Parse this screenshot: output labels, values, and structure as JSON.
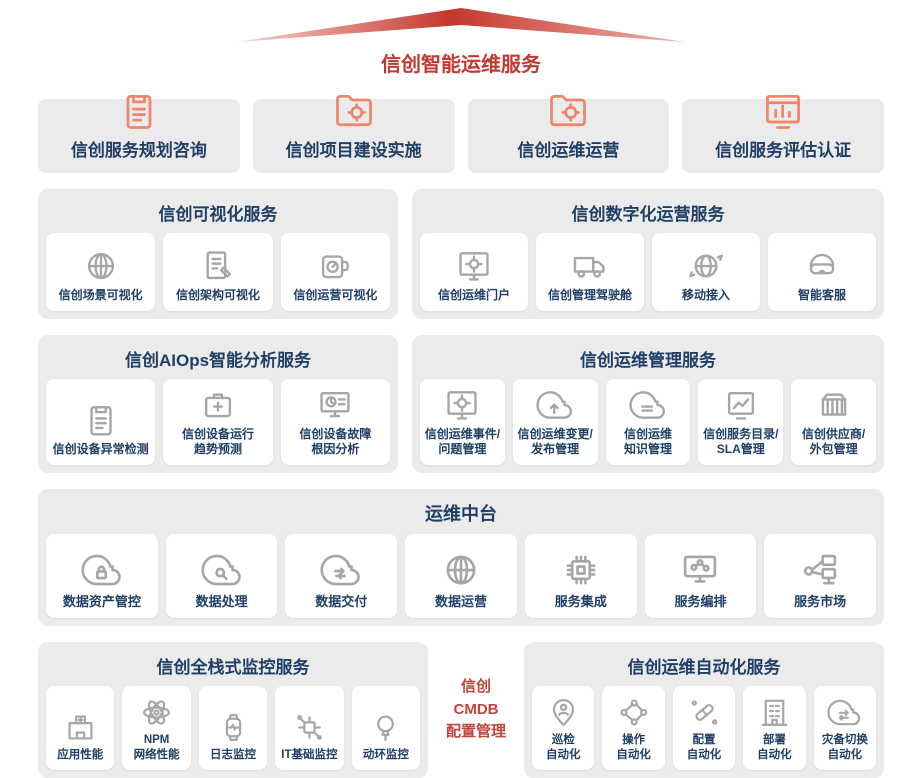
{
  "page": {
    "title": "信创智能运维服务"
  },
  "colors": {
    "title_red": "#c13a31",
    "navy": "#1f3f67",
    "icon_orange": "#ef8569",
    "icon_gray": "#a6a6a6",
    "panel_bg": "#ebebeb",
    "cmdb_red": "#c2453c",
    "card_bg": "#ffffff"
  },
  "top_services": [
    {
      "label": "信创服务规划咨询",
      "icon": "clipboard"
    },
    {
      "label": "信创项目建设实施",
      "icon": "folder-gear"
    },
    {
      "label": "信创运维运营",
      "icon": "folder-gear"
    },
    {
      "label": "信创服务评估认证",
      "icon": "chart-window"
    }
  ],
  "visual": {
    "title": "信创可视化服务",
    "items": [
      {
        "label": "信创场景可视化",
        "icon": "globe"
      },
      {
        "label": "信创架构可视化",
        "icon": "doc-pen"
      },
      {
        "label": "信创运营可视化",
        "icon": "gauge-cup"
      }
    ]
  },
  "digital": {
    "title": "信创数字化运营服务",
    "items": [
      {
        "label": "信创运维门户",
        "icon": "gear-window"
      },
      {
        "label": "信创管理驾驶舱",
        "icon": "truck"
      },
      {
        "label": "移动接入",
        "icon": "globe-sync"
      },
      {
        "label": "智能客服",
        "icon": "vr-headset"
      }
    ]
  },
  "aiops": {
    "title": "信创AIOps智能分析服务",
    "items": [
      {
        "label": "信创设备异常检测",
        "icon": "clipboard"
      },
      {
        "label": "信创设备运行\n趋势预测",
        "icon": "medkit"
      },
      {
        "label": "信创设备故障\n根因分析",
        "icon": "monitor-gauge"
      }
    ]
  },
  "mgmt": {
    "title": "信创运维管理服务",
    "items": [
      {
        "label": "信创运维事件/\n问题管理",
        "icon": "gear-window"
      },
      {
        "label": "信创运维变更/\n发布管理",
        "icon": "cloud-up"
      },
      {
        "label": "信创运维\n知识管理",
        "icon": "cloud-list"
      },
      {
        "label": "信创服务目录/\nSLA管理",
        "icon": "chart-doc"
      },
      {
        "label": "信创供应商/\n外包管理",
        "icon": "container"
      }
    ]
  },
  "middle": {
    "title": "运维中台",
    "items": [
      {
        "label": "数据资产管控",
        "icon": "cloud-lock"
      },
      {
        "label": "数据处理",
        "icon": "cloud-search"
      },
      {
        "label": "数据交付",
        "icon": "cloud-sync"
      },
      {
        "label": "数据运营",
        "icon": "globe"
      },
      {
        "label": "服务集成",
        "icon": "chip"
      },
      {
        "label": "服务编排",
        "icon": "monitor-nodes"
      },
      {
        "label": "服务市场",
        "icon": "server-share"
      }
    ]
  },
  "monitor": {
    "title": "信创全栈式监控服务",
    "items": [
      {
        "label": "应用性能",
        "icon": "hospital"
      },
      {
        "label": "NPM\n网络性能",
        "icon": "atom"
      },
      {
        "label": "日志监控",
        "icon": "watch-pulse"
      },
      {
        "label": "IT基础监控",
        "icon": "circuit"
      },
      {
        "label": "动环监控",
        "icon": "balloon"
      }
    ]
  },
  "cmdb": {
    "lines": [
      "信创",
      "CMDB",
      "配置管理"
    ]
  },
  "auto": {
    "title": "信创运维自动化服务",
    "items": [
      {
        "label": "巡检\n自动化",
        "icon": "person-pin"
      },
      {
        "label": "操作\n自动化",
        "icon": "nodes"
      },
      {
        "label": "配置\n自动化",
        "icon": "pill"
      },
      {
        "label": "部署\n自动化",
        "icon": "building"
      },
      {
        "label": "灾备切换\n自动化",
        "icon": "cloud-swap"
      }
    ]
  }
}
